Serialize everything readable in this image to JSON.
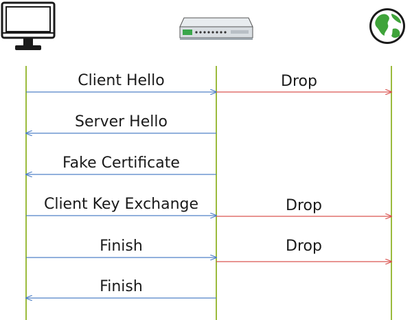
{
  "colors": {
    "lifeline": "#9bbb3c",
    "client_arrow": "#4f81c7",
    "server_arrow": "#d9534f",
    "text": "#1a1a1a",
    "fake_text": "#e31a1a"
  },
  "actors": [
    {
      "name": "client",
      "icon": "desktop-computer-icon"
    },
    {
      "name": "proxy",
      "icon": "network-appliance-icon"
    },
    {
      "name": "server",
      "icon": "globe-icon"
    }
  ],
  "messages": [
    {
      "label": "Client Hello",
      "direction": "right",
      "drop": "Drop",
      "highlight": false
    },
    {
      "label": "Server Hello",
      "direction": "left",
      "drop": "",
      "highlight": false
    },
    {
      "label": "Fake Certificate",
      "direction": "left",
      "drop": "",
      "highlight": true
    },
    {
      "label": "Client Key Exchange",
      "direction": "right",
      "drop": "Drop",
      "highlight": false
    },
    {
      "label": "Finish",
      "direction": "right",
      "drop": "Drop",
      "highlight": false
    },
    {
      "label": "Finish",
      "direction": "left",
      "drop": "",
      "highlight": false
    }
  ]
}
